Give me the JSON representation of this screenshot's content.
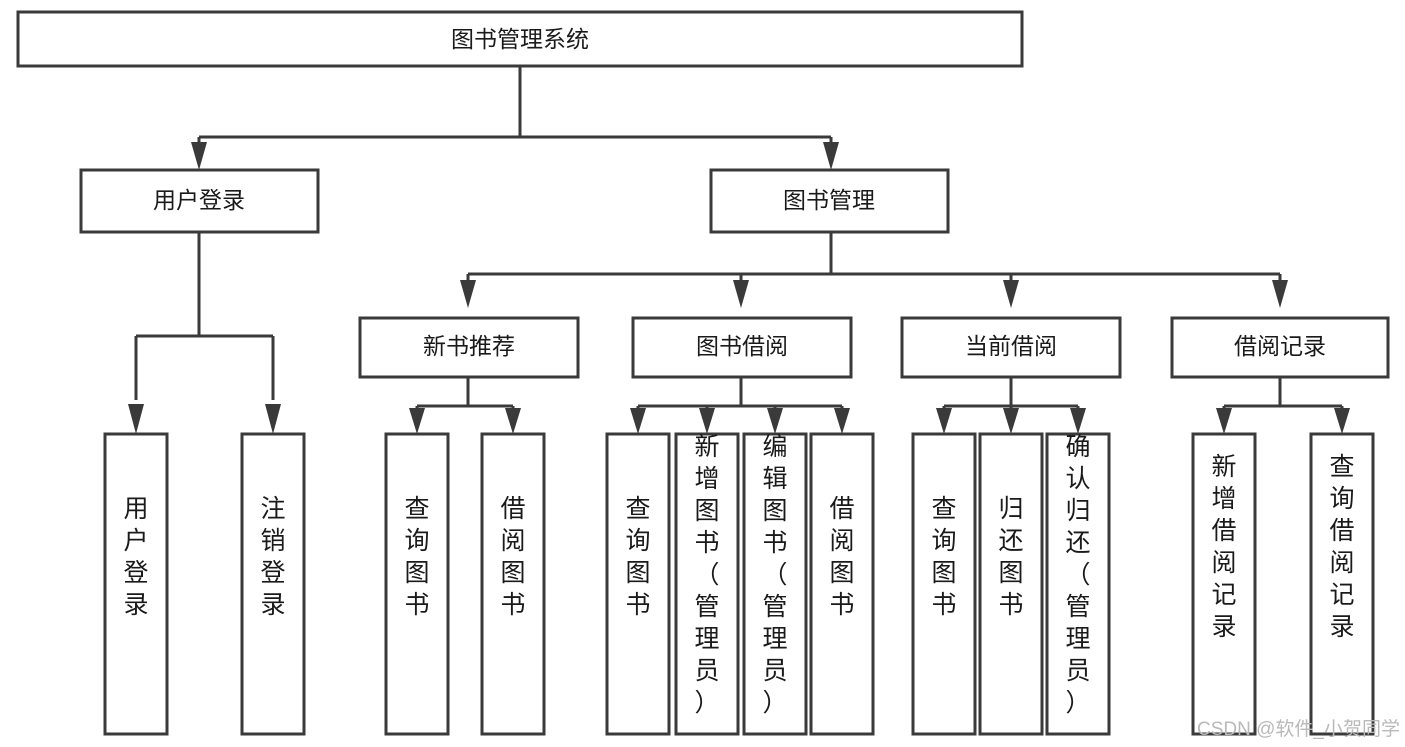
{
  "diagram": {
    "title": "图书管理系统",
    "type": "hierarchy-tree",
    "root": {
      "id": "root",
      "label": "图书管理系统",
      "orientation": "horizontal"
    },
    "level1": [
      {
        "id": "user-login",
        "label": "用户登录",
        "orientation": "horizontal"
      },
      {
        "id": "book-management",
        "label": "图书管理",
        "orientation": "horizontal"
      }
    ],
    "level2": [
      {
        "id": "new-book-recommend",
        "label": "新书推荐",
        "orientation": "horizontal",
        "parent": "book-management"
      },
      {
        "id": "book-borrow",
        "label": "图书借阅",
        "orientation": "horizontal",
        "parent": "book-management"
      },
      {
        "id": "current-borrow",
        "label": "当前借阅",
        "orientation": "horizontal",
        "parent": "book-management"
      },
      {
        "id": "borrow-record",
        "label": "借阅记录",
        "orientation": "horizontal",
        "parent": "book-management"
      }
    ],
    "leaves": [
      {
        "id": "leaf-user-login",
        "label": "用户登录",
        "parent": "user-login",
        "orientation": "vertical"
      },
      {
        "id": "leaf-user-logout",
        "label": "注销登录",
        "parent": "user-login",
        "orientation": "vertical"
      },
      {
        "id": "leaf-query-book-1",
        "label": "查询图书",
        "parent": "new-book-recommend",
        "orientation": "vertical"
      },
      {
        "id": "leaf-borrow-book-1",
        "label": "借阅图书",
        "parent": "new-book-recommend",
        "orientation": "vertical"
      },
      {
        "id": "leaf-query-book-2",
        "label": "查询图书",
        "parent": "book-borrow",
        "orientation": "vertical"
      },
      {
        "id": "leaf-add-book",
        "label": "新增图书（管理员）",
        "parent": "book-borrow",
        "orientation": "vertical"
      },
      {
        "id": "leaf-edit-book",
        "label": "编辑图书（管理员）",
        "parent": "book-borrow",
        "orientation": "vertical"
      },
      {
        "id": "leaf-borrow-book-2",
        "label": "借阅图书",
        "parent": "book-borrow",
        "orientation": "vertical"
      },
      {
        "id": "leaf-query-book-3",
        "label": "查询图书",
        "parent": "current-borrow",
        "orientation": "vertical"
      },
      {
        "id": "leaf-return-book",
        "label": "归还图书",
        "parent": "current-borrow",
        "orientation": "vertical"
      },
      {
        "id": "leaf-confirm-return",
        "label": "确认归还（管理员）",
        "parent": "current-borrow",
        "orientation": "vertical"
      },
      {
        "id": "leaf-add-record",
        "label": "新增借阅记录",
        "parent": "borrow-record",
        "orientation": "vertical"
      },
      {
        "id": "leaf-query-record",
        "label": "查询借阅记录",
        "parent": "borrow-record",
        "orientation": "vertical"
      }
    ],
    "watermark": "CSDN @软件_小贺同学",
    "colors": {
      "box_stroke": "#3a3a3a",
      "box_fill": "#ffffff",
      "text": "#1a1a1a",
      "connector": "#3a3a3a",
      "watermark": "#b9b9b9",
      "background": "#ffffff"
    }
  }
}
